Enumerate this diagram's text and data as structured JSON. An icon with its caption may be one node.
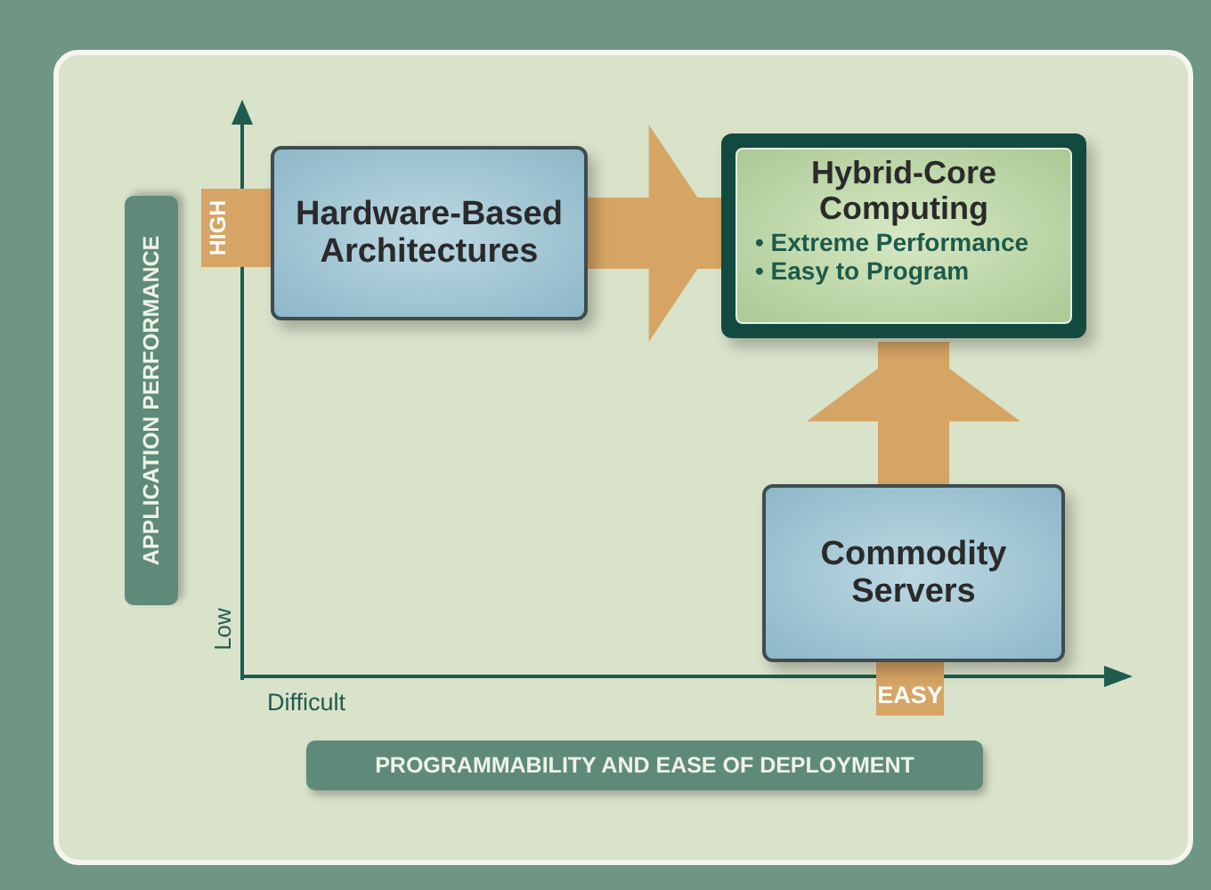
{
  "diagram": {
    "nodes": [
      {
        "text": [
          "Hardware-Based Architectures"
        ]
      },
      {
        "text": [
          "Hybrid-Core Computing",
          "• Extreme Performance",
          "• Easy to Program"
        ]
      },
      {
        "text": [
          "Commodity Servers"
        ]
      }
    ],
    "edges": [
      {
        "from": 0,
        "to": 1,
        "arrow": "to"
      },
      {
        "from": 2,
        "to": 1,
        "arrow": "to"
      }
    ],
    "labels": [
      "APPLICATION PERFORMANCE",
      "HIGH",
      "Low",
      "Difficult",
      "EASY",
      "PROGRAMMABILITY AND EASE OF DEPLOYMENT"
    ]
  }
}
